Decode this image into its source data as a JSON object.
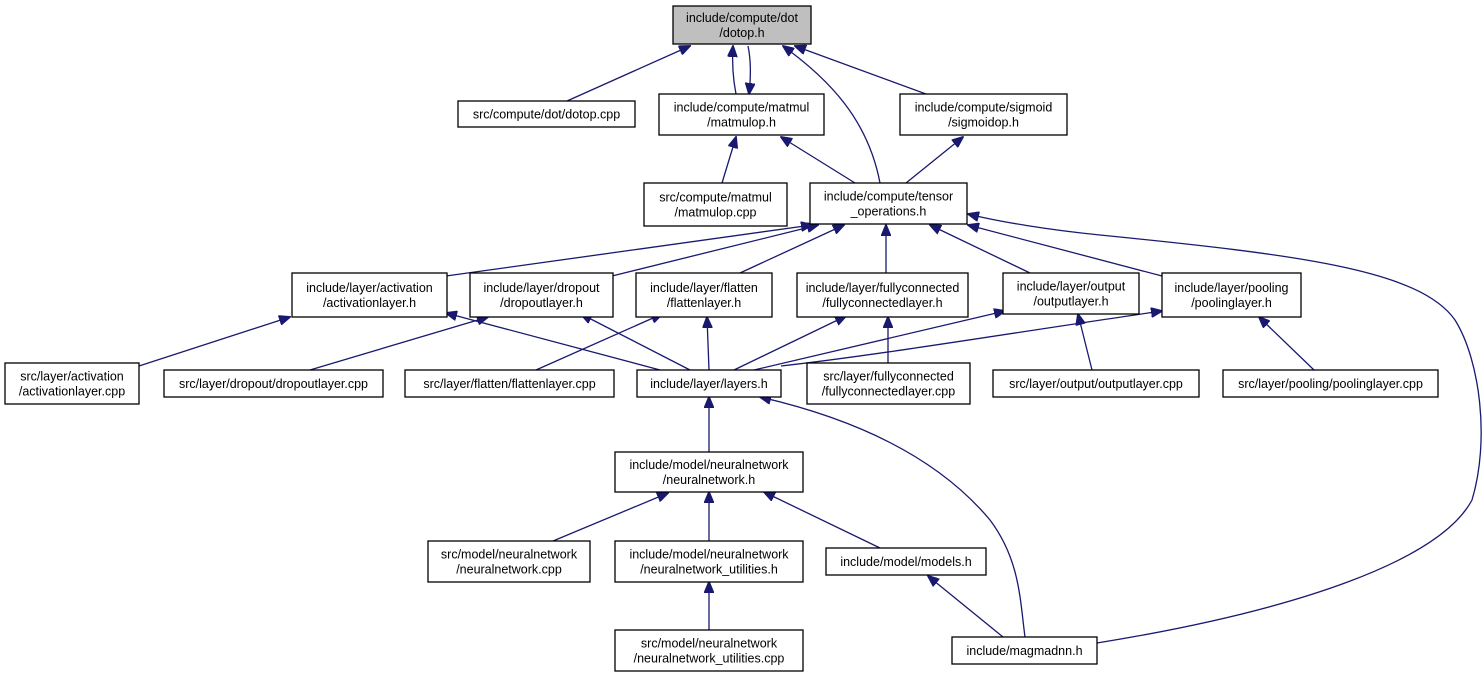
{
  "diagram": {
    "type": "include-dependency-graph",
    "colors": {
      "edge": "#191970",
      "node_border": "#000000",
      "node_fill": "#ffffff",
      "root_fill": "#bfbfbf"
    },
    "nodes": [
      {
        "id": "dotop_h",
        "lines": [
          "include/compute/dot",
          "/dotop.h"
        ],
        "root": true
      },
      {
        "id": "dotop_cpp",
        "lines": [
          "src/compute/dot/dotop.cpp"
        ]
      },
      {
        "id": "matmulop_h",
        "lines": [
          "include/compute/matmul",
          "/matmulop.h"
        ]
      },
      {
        "id": "sigmoidop_h",
        "lines": [
          "include/compute/sigmoid",
          "/sigmoidop.h"
        ]
      },
      {
        "id": "matmulop_cpp",
        "lines": [
          "src/compute/matmul",
          "/matmulop.cpp"
        ]
      },
      {
        "id": "tensor_ops_h",
        "lines": [
          "include/compute/tensor",
          "_operations.h"
        ]
      },
      {
        "id": "activationlayer_h",
        "lines": [
          "include/layer/activation",
          "/activationlayer.h"
        ]
      },
      {
        "id": "dropoutlayer_h",
        "lines": [
          "include/layer/dropout",
          "/dropoutlayer.h"
        ]
      },
      {
        "id": "flattenlayer_h",
        "lines": [
          "include/layer/flatten",
          "/flattenlayer.h"
        ]
      },
      {
        "id": "fullyconnected_h",
        "lines": [
          "include/layer/fullyconnected",
          "/fullyconnectedlayer.h"
        ]
      },
      {
        "id": "outputlayer_h",
        "lines": [
          "include/layer/output",
          "/outputlayer.h"
        ]
      },
      {
        "id": "poolinglayer_h",
        "lines": [
          "include/layer/pooling",
          "/poolinglayer.h"
        ]
      },
      {
        "id": "activationlayer_cpp",
        "lines": [
          "src/layer/activation",
          "/activationlayer.cpp"
        ]
      },
      {
        "id": "dropoutlayer_cpp",
        "lines": [
          "src/layer/dropout/dropoutlayer.cpp"
        ]
      },
      {
        "id": "flattenlayer_cpp",
        "lines": [
          "src/layer/flatten/flattenlayer.cpp"
        ]
      },
      {
        "id": "layers_h",
        "lines": [
          "include/layer/layers.h"
        ]
      },
      {
        "id": "fullyconnected_cpp",
        "lines": [
          "src/layer/fullyconnected",
          "/fullyconnectedlayer.cpp"
        ]
      },
      {
        "id": "outputlayer_cpp",
        "lines": [
          "src/layer/output/outputlayer.cpp"
        ]
      },
      {
        "id": "poolinglayer_cpp",
        "lines": [
          "src/layer/pooling/poolinglayer.cpp"
        ]
      },
      {
        "id": "neuralnetwork_h",
        "lines": [
          "include/model/neuralnetwork",
          "/neuralnetwork.h"
        ]
      },
      {
        "id": "neuralnetwork_cpp",
        "lines": [
          "src/model/neuralnetwork",
          "/neuralnetwork.cpp"
        ]
      },
      {
        "id": "nn_utilities_h",
        "lines": [
          "include/model/neuralnetwork",
          "/neuralnetwork_utilities.h"
        ]
      },
      {
        "id": "models_h",
        "lines": [
          "include/model/models.h"
        ]
      },
      {
        "id": "nn_utilities_cpp",
        "lines": [
          "src/model/neuralnetwork",
          "/neuralnetwork_utilities.cpp"
        ]
      },
      {
        "id": "magmadnn_h",
        "lines": [
          "include/magmadnn.h"
        ]
      }
    ],
    "edges": [
      {
        "from": "dotop_cpp",
        "to": "dotop_h"
      },
      {
        "from": "matmulop_h",
        "to": "dotop_h"
      },
      {
        "from": "dotop_h",
        "to": "matmulop_h"
      },
      {
        "from": "sigmoidop_h",
        "to": "dotop_h"
      },
      {
        "from": "tensor_ops_h",
        "to": "dotop_h"
      },
      {
        "from": "matmulop_cpp",
        "to": "matmulop_h"
      },
      {
        "from": "tensor_ops_h",
        "to": "matmulop_h"
      },
      {
        "from": "tensor_ops_h",
        "to": "sigmoidop_h"
      },
      {
        "from": "activationlayer_h",
        "to": "tensor_ops_h"
      },
      {
        "from": "dropoutlayer_h",
        "to": "tensor_ops_h"
      },
      {
        "from": "flattenlayer_h",
        "to": "tensor_ops_h"
      },
      {
        "from": "fullyconnected_h",
        "to": "tensor_ops_h"
      },
      {
        "from": "outputlayer_h",
        "to": "tensor_ops_h"
      },
      {
        "from": "poolinglayer_h",
        "to": "tensor_ops_h"
      },
      {
        "from": "magmadnn_h",
        "to": "tensor_ops_h"
      },
      {
        "from": "activationlayer_cpp",
        "to": "activationlayer_h"
      },
      {
        "from": "layers_h",
        "to": "activationlayer_h"
      },
      {
        "from": "dropoutlayer_cpp",
        "to": "dropoutlayer_h"
      },
      {
        "from": "layers_h",
        "to": "dropoutlayer_h"
      },
      {
        "from": "flattenlayer_cpp",
        "to": "flattenlayer_h"
      },
      {
        "from": "layers_h",
        "to": "flattenlayer_h"
      },
      {
        "from": "layers_h",
        "to": "fullyconnected_h"
      },
      {
        "from": "fullyconnected_cpp",
        "to": "fullyconnected_h"
      },
      {
        "from": "layers_h",
        "to": "outputlayer_h"
      },
      {
        "from": "outputlayer_cpp",
        "to": "outputlayer_h"
      },
      {
        "from": "layers_h",
        "to": "poolinglayer_h"
      },
      {
        "from": "poolinglayer_cpp",
        "to": "poolinglayer_h"
      },
      {
        "from": "neuralnetwork_h",
        "to": "layers_h"
      },
      {
        "from": "magmadnn_h",
        "to": "layers_h"
      },
      {
        "from": "neuralnetwork_cpp",
        "to": "neuralnetwork_h"
      },
      {
        "from": "nn_utilities_h",
        "to": "neuralnetwork_h"
      },
      {
        "from": "models_h",
        "to": "neuralnetwork_h"
      },
      {
        "from": "nn_utilities_cpp",
        "to": "nn_utilities_h"
      },
      {
        "from": "magmadnn_h",
        "to": "models_h"
      }
    ]
  }
}
